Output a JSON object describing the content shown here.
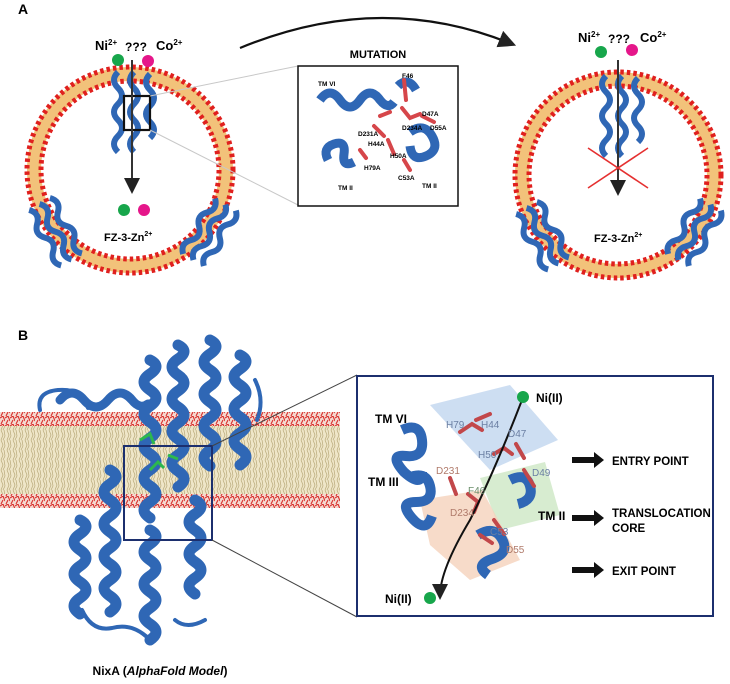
{
  "panel_a": {
    "label": "A",
    "left": {
      "ion1": "Ni",
      "ion1_charge": "2+",
      "unknown": "???",
      "ion2": "Co",
      "ion2_charge": "2+",
      "probe": "FZ-3-Zn",
      "probe_charge": "2+"
    },
    "inset": {
      "title": "MUTATION",
      "residues": [
        "F46",
        "D47A",
        "D234A",
        "D55A",
        "D231A",
        "H44A",
        "H50A",
        "C53A",
        "H79A"
      ],
      "helices": [
        "TM VI",
        "TM II",
        "TM II"
      ]
    },
    "right": {
      "ion1": "Ni",
      "ion1_charge": "2+",
      "unknown": "???",
      "ion2": "Co",
      "ion2_charge": "2+",
      "probe": "FZ-3-Zn",
      "probe_charge": "2+"
    }
  },
  "panel_b": {
    "label": "B",
    "caption_prefix": "NixA (",
    "caption_model": "AlphaFold Model",
    "caption_suffix": ")",
    "detail": {
      "helices": [
        "TM VI",
        "TM III",
        "TM II"
      ],
      "residues": [
        "H79",
        "H44",
        "D47",
        "H50",
        "D49",
        "D231",
        "F46",
        "D234",
        "C53",
        "D55"
      ],
      "ion_in": "Ni(II)",
      "ion_out": "Ni(II)"
    },
    "points": [
      "ENTRY POINT",
      "TRANSLOCATION",
      "CORE",
      "EXIT POINT"
    ]
  },
  "colors": {
    "protein": "#2f67b5",
    "lipid_head": "#e0201e",
    "lipid_tail": "#f2c27a",
    "ni": "#17a64b",
    "co": "#e5168a",
    "residue": "#d6464a",
    "frame": "#1c2f6e"
  }
}
